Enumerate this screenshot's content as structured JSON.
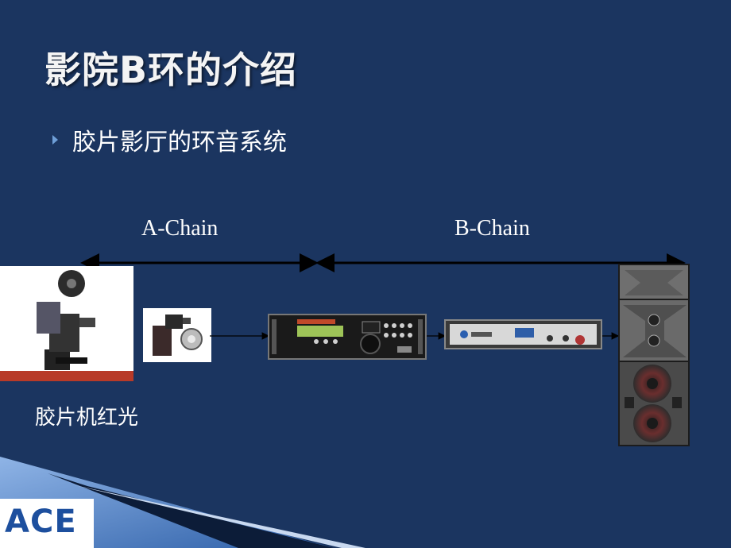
{
  "slide": {
    "title": "影院B环的介绍",
    "bullet": "胶片影厅的环音系统",
    "chain_a_label": "A-Chain",
    "chain_b_label": "B-Chain",
    "caption": "胶片机红光",
    "logo_text": "ACE",
    "icons": [
      "film-projector-icon",
      "soundhead-icon",
      "cinema-processor-icon",
      "power-amplifier-icon",
      "speaker-cabinet-icon"
    ],
    "colors": {
      "background": "#1b3560",
      "bullet_accent": "#6f9fd8",
      "logo_blue": "#1d4f9e"
    }
  }
}
